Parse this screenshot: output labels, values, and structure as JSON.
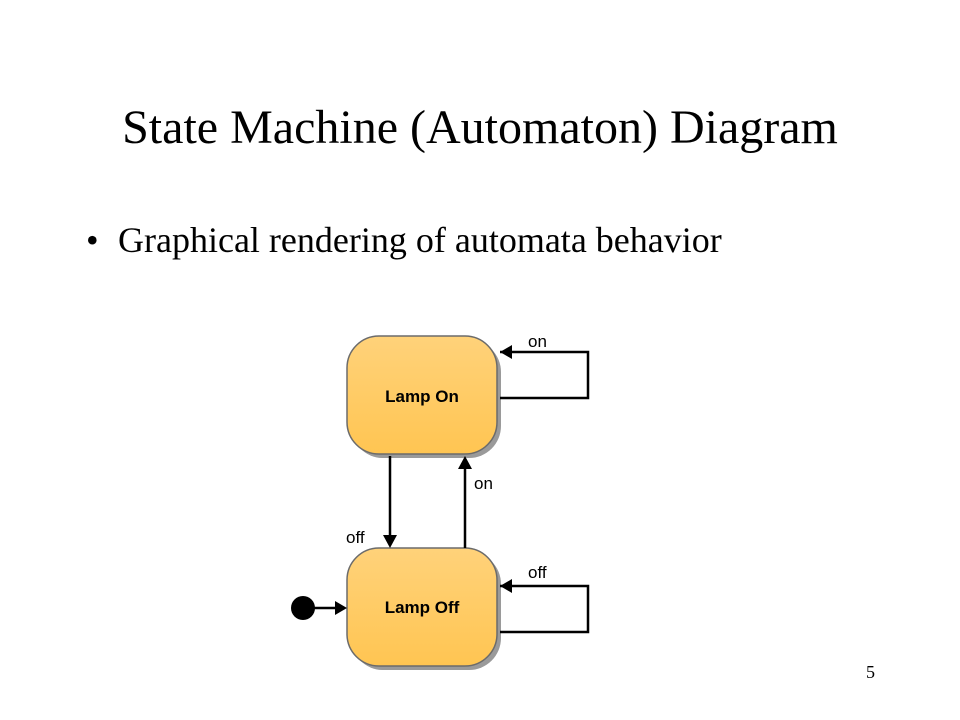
{
  "slide": {
    "title": "State Machine (Automaton) Diagram",
    "bullets": [
      {
        "marker": "•",
        "text": "Graphical rendering of automata behavior"
      }
    ],
    "page_number": "5"
  },
  "diagram": {
    "states": [
      {
        "id": "lamp-on",
        "label": "Lamp On"
      },
      {
        "id": "lamp-off",
        "label": "Lamp Off"
      }
    ],
    "transitions": [
      {
        "from": "lamp-on",
        "to": "lamp-on",
        "label": "on"
      },
      {
        "from": "lamp-on",
        "to": "lamp-off",
        "label": "off"
      },
      {
        "from": "lamp-off",
        "to": "lamp-on",
        "label": "on"
      },
      {
        "from": "lamp-off",
        "to": "lamp-off",
        "label": "off"
      }
    ],
    "initial_state": "lamp-off",
    "colors": {
      "state_fill": "#FFCB62",
      "state_stroke": "#555555",
      "state_shadow": "#999999",
      "line": "#000000"
    }
  }
}
